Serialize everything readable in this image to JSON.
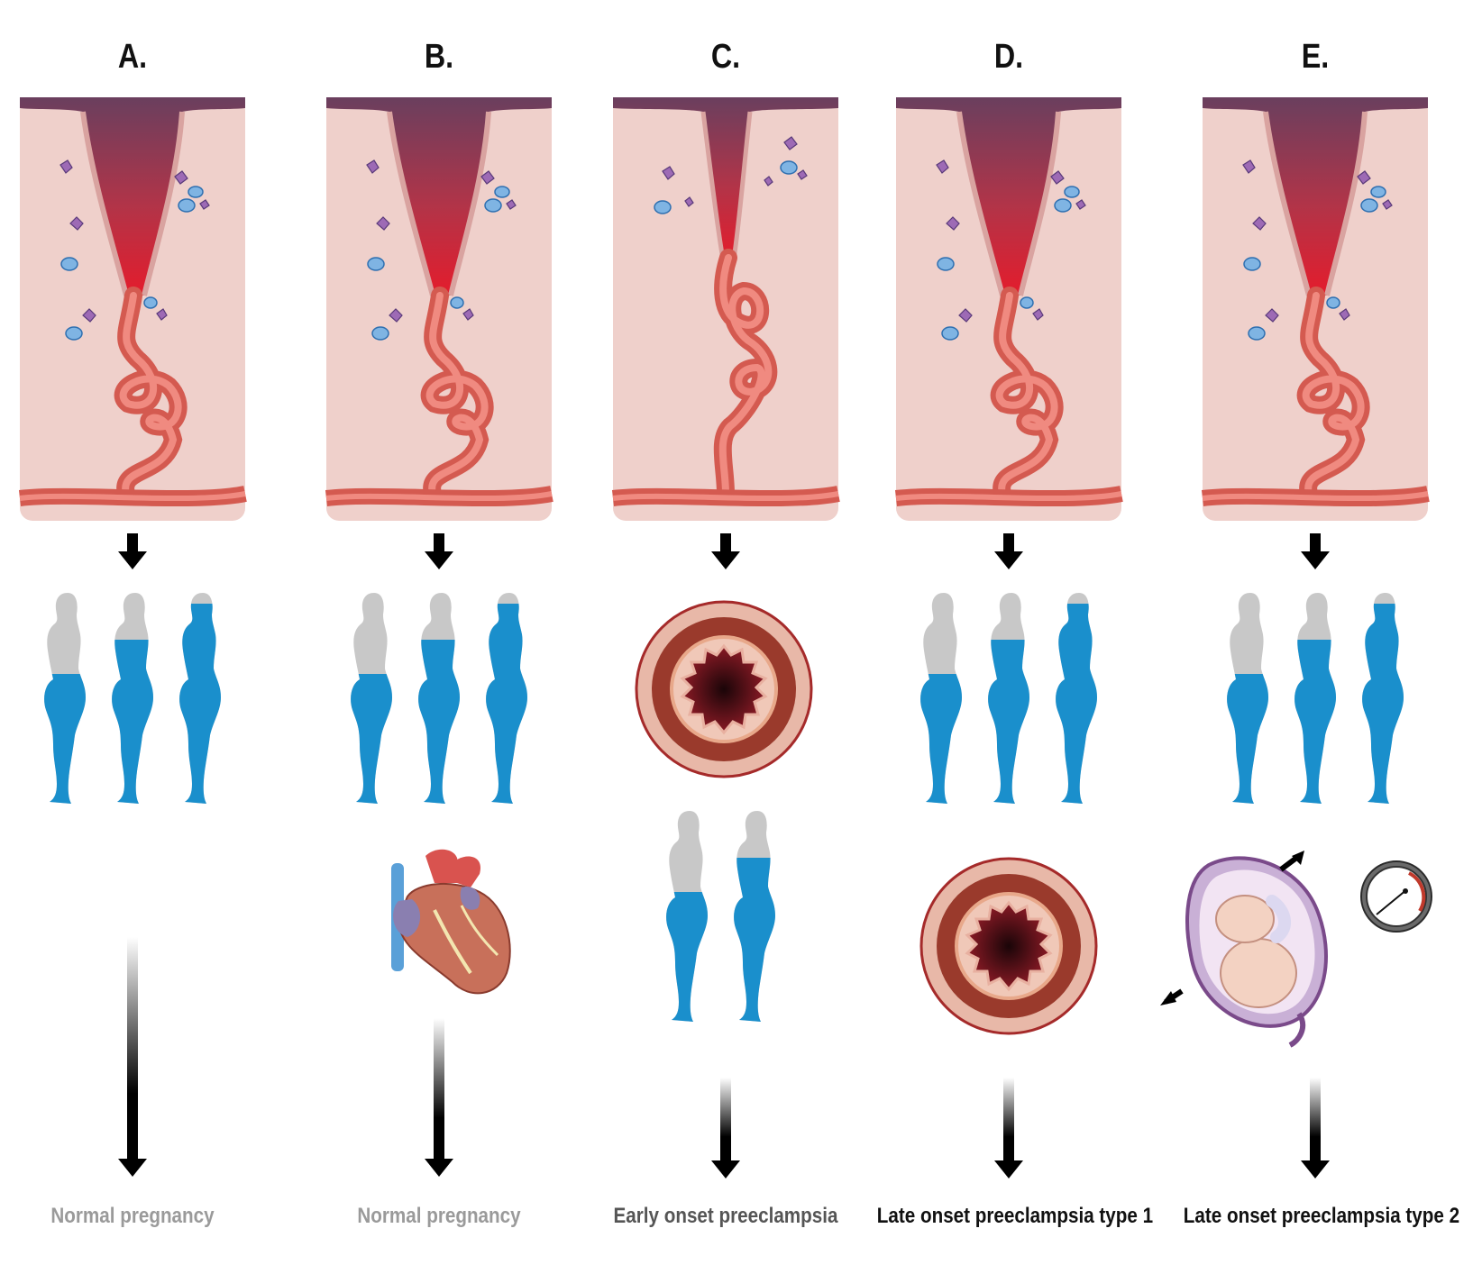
{
  "panels": [
    {
      "letter": "A.",
      "outcome": "Normal pregnancy",
      "outcome_color": "#9a9a9a"
    },
    {
      "letter": "B.",
      "outcome": "Normal pregnancy",
      "outcome_color": "#9a9a9a"
    },
    {
      "letter": "C.",
      "outcome": "Early onset preeclampsia",
      "outcome_color": "#555555"
    },
    {
      "letter": "D.",
      "outcome": "Late onset  preeclampsia type 1",
      "outcome_color": "#111111"
    },
    {
      "letter": "E.",
      "outcome": "Late onset preeclampsia type 2",
      "outcome_color": "#111111"
    }
  ],
  "colors": {
    "tissue": "#efd0cb",
    "artery": "#e0685e",
    "silhouette_blue": "#1a8fcc",
    "silhouette_gray": "#c8c8c8"
  },
  "icons": [
    "spiral-artery-icon",
    "pregnant-woman-icon",
    "vessel-cross-section-icon",
    "heart-icon",
    "fetus-in-uterus-icon",
    "pressure-gauge-icon"
  ]
}
